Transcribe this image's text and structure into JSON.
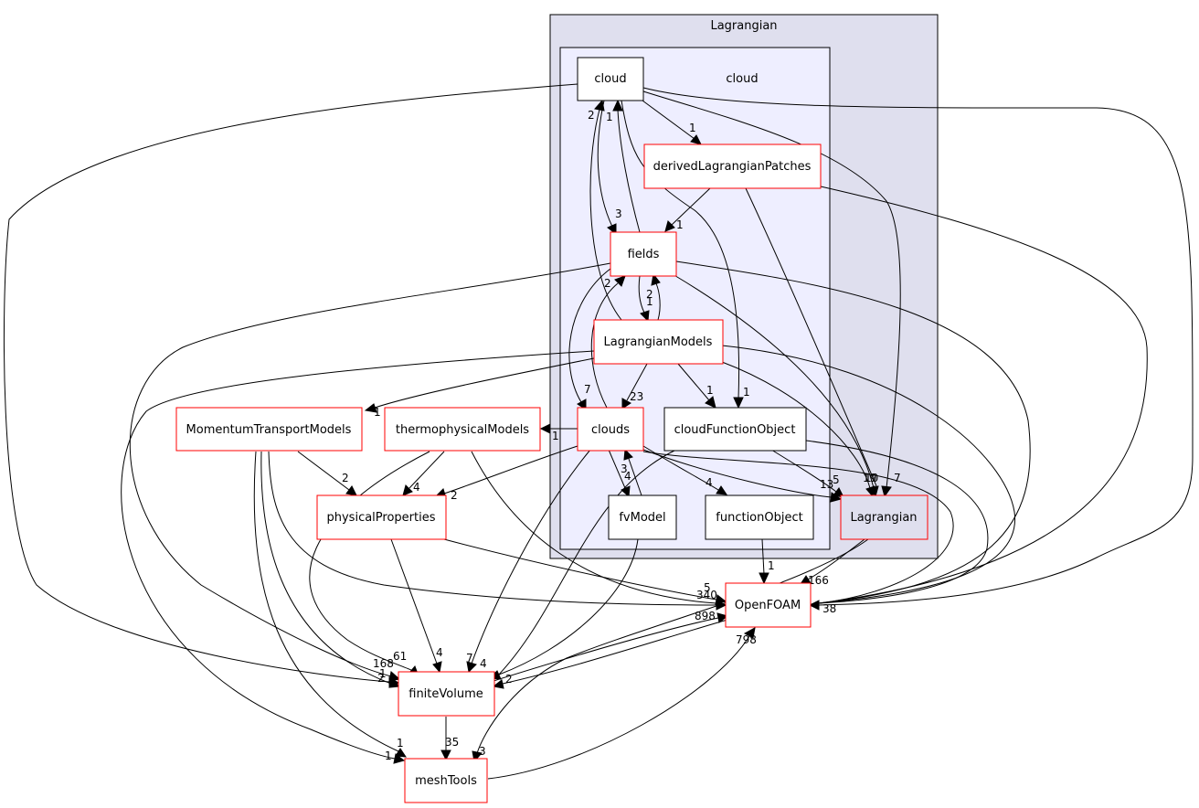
{
  "clusters": {
    "lagrangian": "Lagrangian",
    "cloud": "cloud"
  },
  "nodes": {
    "cloud": "cloud",
    "derivedLagrangianPatches": "derivedLagrangianPatches",
    "fields": "fields",
    "LagrangianModels": "LagrangianModels",
    "clouds": "clouds",
    "cloudFunctionObject": "cloudFunctionObject",
    "fvModel": "fvModel",
    "functionObject": "functionObject",
    "Lagrangian": "Lagrangian",
    "MomentumTransportModels": "MomentumTransportModels",
    "thermophysicalModels": "thermophysicalModels",
    "physicalProperties": "physicalProperties",
    "OpenFOAM": "OpenFOAM",
    "finiteVolume": "finiteVolume",
    "meshTools": "meshTools"
  },
  "edge_labels": {
    "cloud_derived": "1",
    "cloud_fields": "3",
    "derived_fields": "1",
    "fields_cloud": "1",
    "lm_cloud": "2",
    "lm_fields": "2",
    "fields_lm": "1",
    "fields_clouds": "7",
    "clouds_fields": "2",
    "lm_clouds": "23",
    "lm_cfo": "1",
    "cloud_cfo": "1",
    "lm_mtm": "1",
    "clouds_thermo": "1",
    "clouds_fvmodel": "4",
    "fvmodel_clouds": "3",
    "clouds_fo": "4",
    "clouds_lag": "13",
    "cfo_lag": "5",
    "lm_lag": "10",
    "fields_lag": "19",
    "cloud_lag": "7",
    "mtm_phys": "2",
    "thermo_phys": "4",
    "clouds_phys": "2",
    "fo_of": "1",
    "lag_of": "166",
    "phys_of": "5",
    "mtm_of": "340",
    "fv_of": "898",
    "mt_of": "798",
    "of_fv": "2",
    "cloud_fv": "168",
    "fields_fv": "1",
    "mtm_fv": "2",
    "thermo_fv": "61",
    "phys_fv": "4",
    "clouds_fv": "7",
    "fvm_fv": "4",
    "fv_mt": "35",
    "lm_mt": "1",
    "mtm_mt": "1",
    "lag_mt": "3",
    "of_right": "38"
  }
}
